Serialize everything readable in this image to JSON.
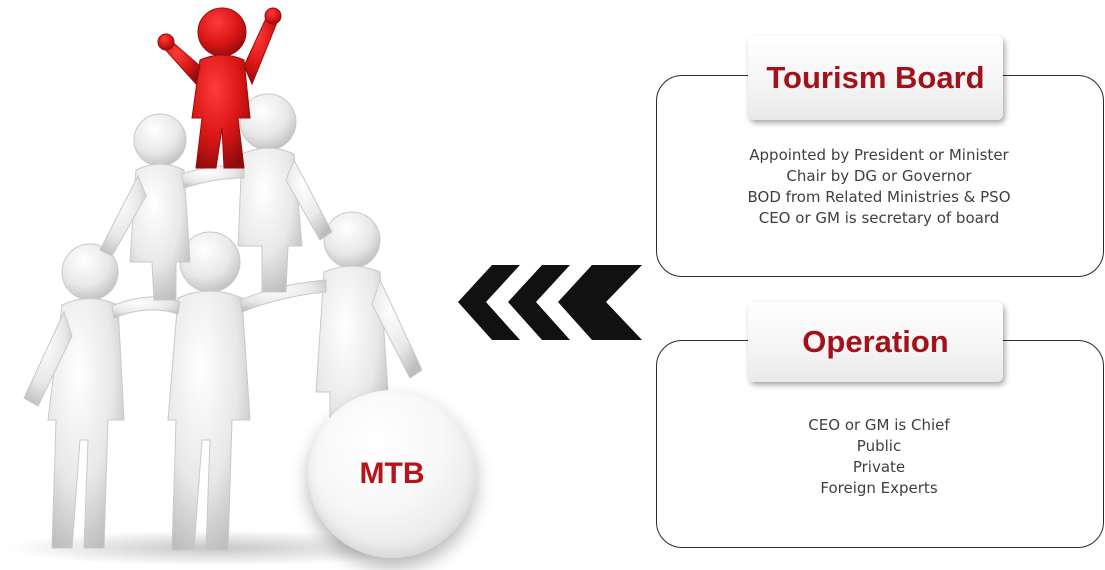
{
  "center": {
    "label": "MTB"
  },
  "boxes": [
    {
      "title": "Tourism Board",
      "lines": [
        "Appointed by President or Minister",
        "Chair by DG or Governor",
        "BOD from Related Ministries & PSO",
        "CEO  or GM is secretary of board"
      ]
    },
    {
      "title": "Operation",
      "lines": [
        "CEO  or GM is Chief",
        "Public",
        "Private",
        "Foreign Experts"
      ]
    }
  ],
  "colors": {
    "title_red": "#a3121a",
    "mtb_red": "#b3151b",
    "leader_figure": "#d81515",
    "team_figures": "#e6e6e6",
    "arrow": "#111111"
  },
  "icons": {
    "pyramid": "people-pyramid-illustration",
    "arrows": "triple-chevron-left-icon"
  }
}
